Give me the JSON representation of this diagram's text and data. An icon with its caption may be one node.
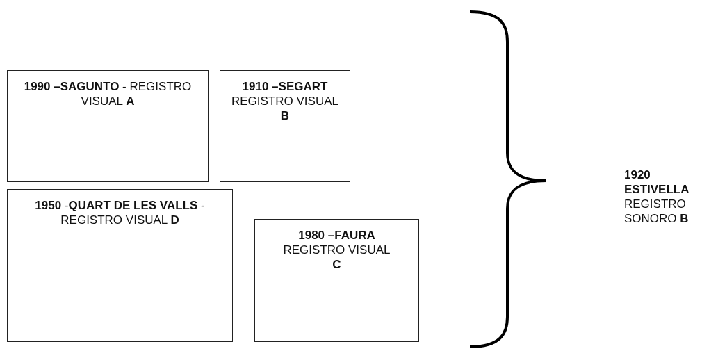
{
  "diagram": {
    "nodes": [
      {
        "text": [
          "**1990 –SAGUNTO** - REGISTRO VISUAL **A**"
        ]
      },
      {
        "text": [
          "**1910 –SEGART** REGISTRO VISUAL **B**"
        ]
      },
      {
        "text": [
          "**1950** -**QUART DE LES VALLS** -REGISTRO VISUAL **D**"
        ]
      },
      {
        "text": [
          "**1980 –FAURA** REGISTRO VISUAL **C**"
        ]
      }
    ],
    "labels": [
      "**1920 ESTIVELLA** REGISTRO SONORO **B**"
    ]
  }
}
